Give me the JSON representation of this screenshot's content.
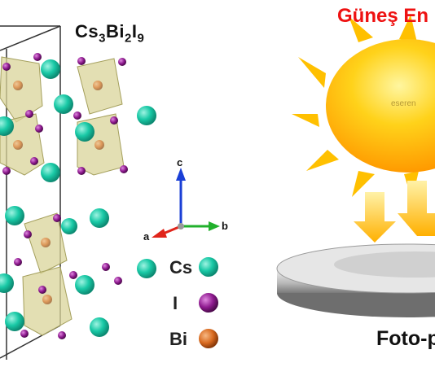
{
  "crystal": {
    "formula_main": "Cs",
    "formula_parts": [
      {
        "text": "Cs",
        "sub": "3"
      },
      {
        "text": "Bi",
        "sub": "2"
      },
      {
        "text": "I",
        "sub": "9"
      }
    ]
  },
  "axes": {
    "a": "a",
    "b": "b",
    "c": "c"
  },
  "legend": [
    {
      "label": "Cs",
      "color": "#19c9a6"
    },
    {
      "label": "I",
      "color": "#8e1a8f"
    },
    {
      "label": "Bi",
      "color": "#d86a1f"
    }
  ],
  "solar": {
    "title": "Güneş En",
    "watermark": "eseren",
    "device_label": "Foto-p"
  },
  "colors": {
    "cs_atom": "#19c9a6",
    "i_atom": "#8e1a8f",
    "bi_atom": "#d86a1f",
    "octahedron": "#d9d49a",
    "sun": "#ffb000",
    "title_red": "#ee1111"
  }
}
